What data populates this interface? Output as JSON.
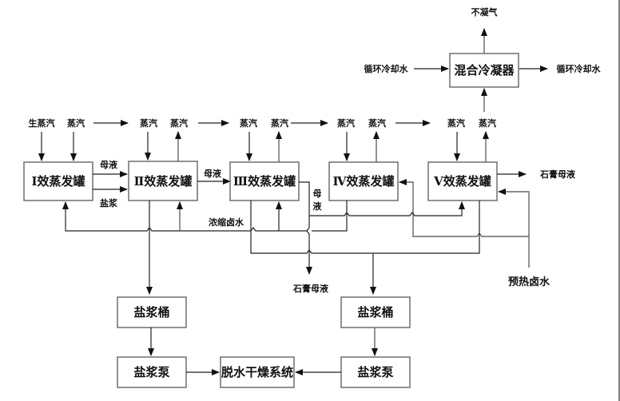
{
  "title": "Five-effect evaporation process flow",
  "boxes": {
    "effect1": "Ⅰ效蒸发罐",
    "effect2": "Ⅱ效蒸发罐",
    "effect3": "Ⅲ效蒸发罐",
    "effect4": "Ⅳ效蒸发罐",
    "effect5": "Ⅴ效蒸发罐",
    "condenser": "混合冷凝器",
    "slurry_tank_1": "盐浆桶",
    "slurry_tank_2": "盐浆桶",
    "slurry_pump_1": "盐浆泵",
    "slurry_pump_2": "盐浆泵",
    "dryer": "脱水干燥系统"
  },
  "labels": {
    "live_steam": "生蒸汽",
    "steam": "蒸汽",
    "mother_liquor": "母液",
    "salt_slurry": "盐浆",
    "concentrated_brine": "浓缩卤水",
    "gypsum_mother_liquor": "石膏母液",
    "preheated_brine": "预热卤水",
    "non_condensable_gas": "不凝气",
    "cooling_water_in": "循环冷却水",
    "cooling_water_out": "循环冷却水",
    "mother_liquor_v1": "母",
    "mother_liquor_v2": "液"
  }
}
